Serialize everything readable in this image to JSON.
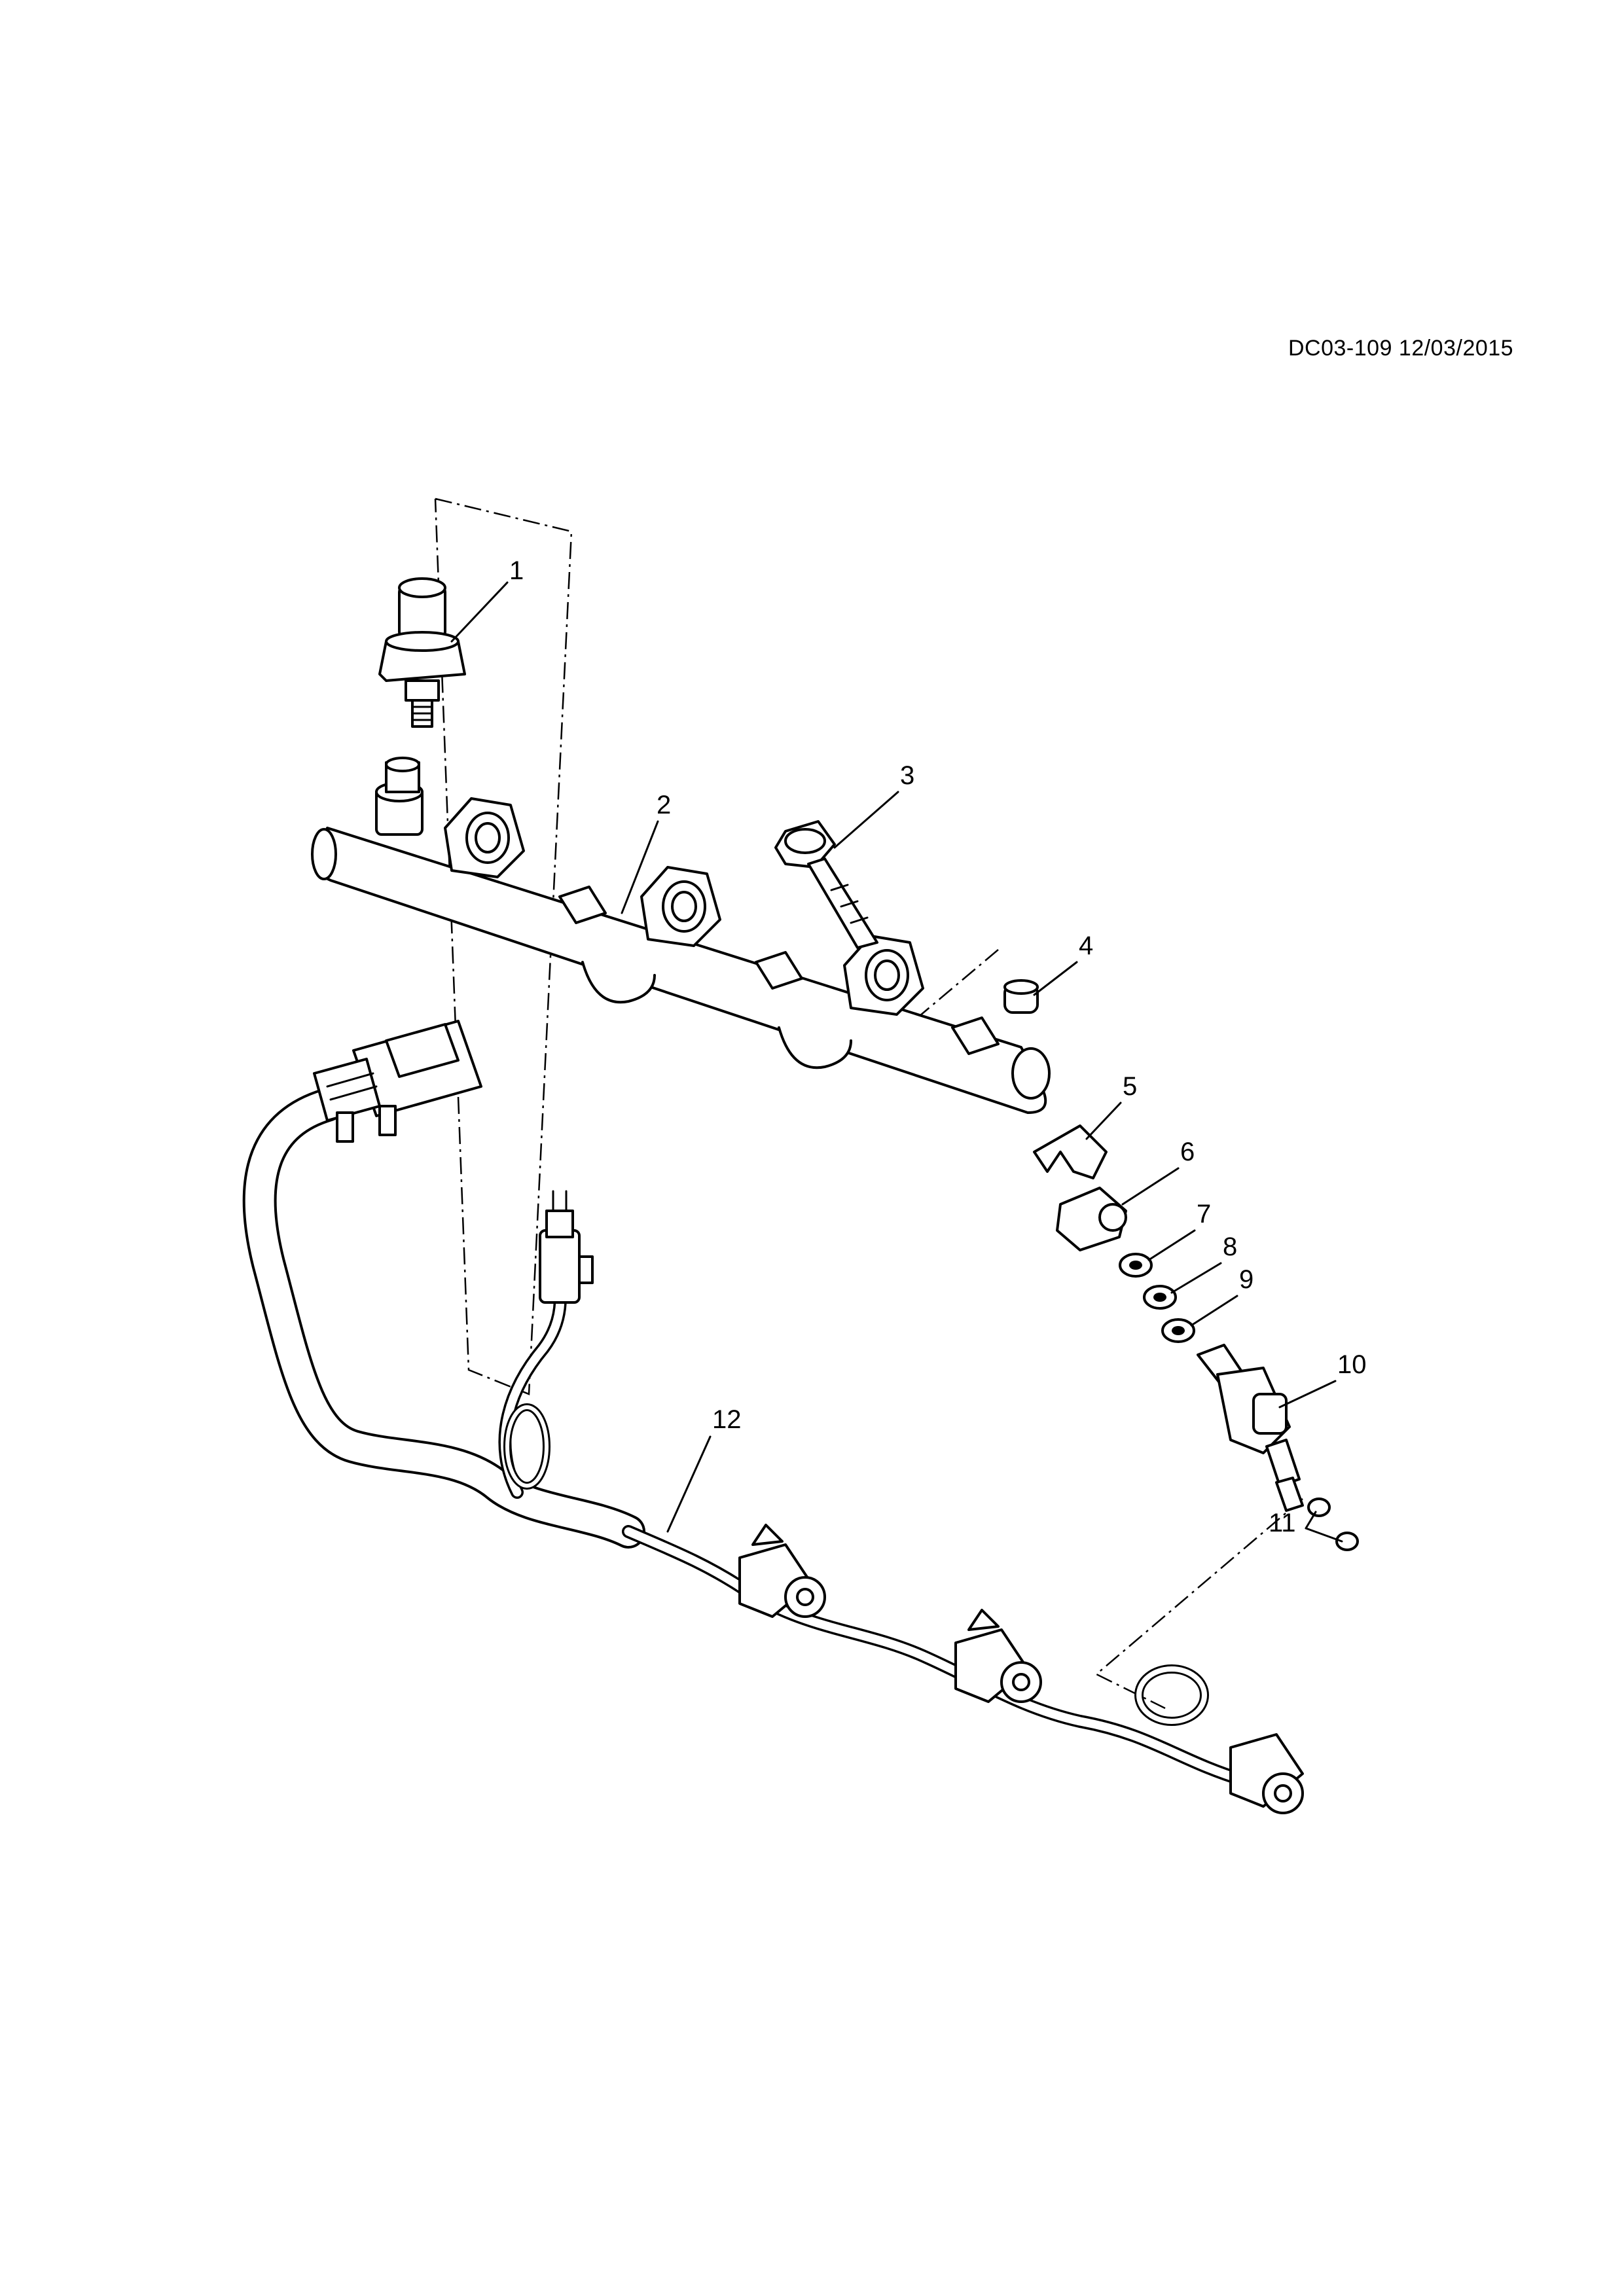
{
  "drawing_ref": "DC03-109 12/03/2015",
  "callouts": {
    "c1": "1",
    "c2": "2",
    "c3": "3",
    "c4": "4",
    "c5": "5",
    "c6": "6",
    "c7": "7",
    "c8": "8",
    "c9": "9",
    "c10": "10",
    "c11": "11",
    "c12": "12"
  }
}
